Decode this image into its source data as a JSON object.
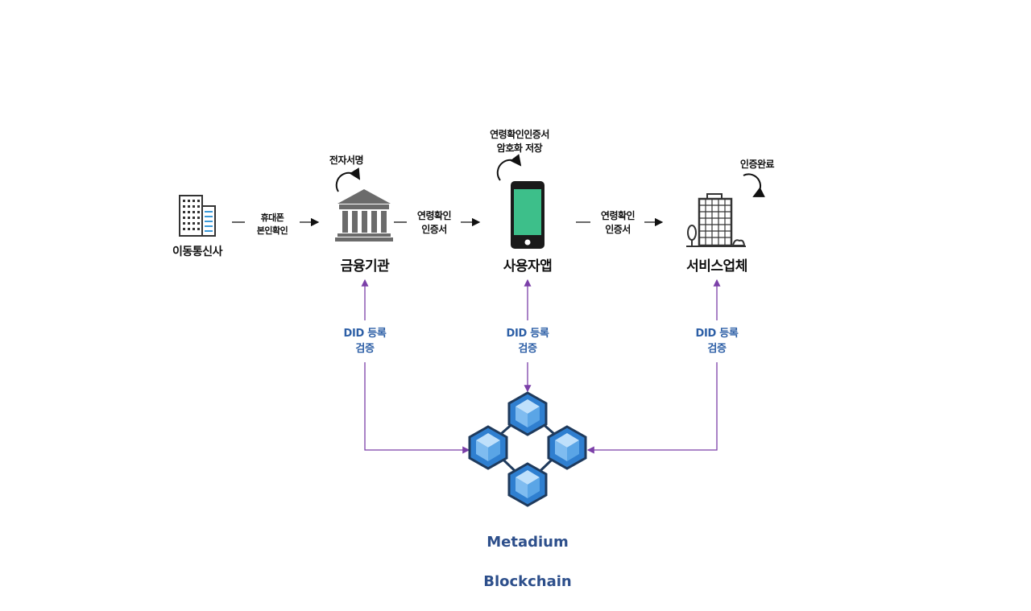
{
  "nodes": {
    "telecom": "이동통신사",
    "bank": "금융기관",
    "app": "사용자앱",
    "provider": "서비스업체"
  },
  "edges": {
    "telecom_to_bank": "휴대폰\n본인확인",
    "bank_to_app": "연령확인\n인증서",
    "app_to_provider": "연령확인\n인증서"
  },
  "self_actions": {
    "bank": "전자서명",
    "app": "연령확인인증서\n암호화 저장",
    "provider": "인증완료"
  },
  "did_labels": {
    "bank": "DID 등록\n검증",
    "app": "DID 등록\n검증",
    "provider": "DID 등록\n검증"
  },
  "blockchain": {
    "line1": "Metadium",
    "line2": "Blockchain"
  },
  "colors": {
    "arrow": "#111111",
    "did_arrow": "#7b3fa8",
    "did_text": "#2d5fa6",
    "phone_screen": "#3dbf8a",
    "cube_blue": "#2f7fd0",
    "cube_dark": "#1f3a5c",
    "blockchain_text": "#2d4f8b"
  },
  "icons": [
    "building-icon",
    "bank-icon",
    "smartphone-icon",
    "office-building-icon",
    "blockchain-icon",
    "rotate-arrow-icon"
  ]
}
